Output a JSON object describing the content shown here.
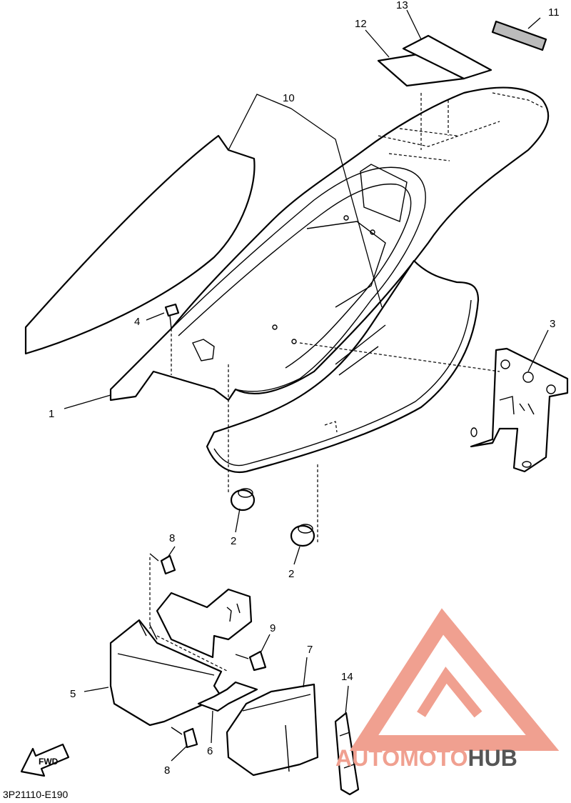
{
  "callouts": [
    "1",
    "2",
    "2",
    "3",
    "4",
    "5",
    "6",
    "7",
    "8",
    "8",
    "9",
    "10",
    "11",
    "12",
    "13",
    "14"
  ],
  "diagram_code": "3P21110-E190",
  "fwd_label": "FWD",
  "watermark": {
    "part1": "AUTO",
    "part2": "MOTO",
    "part3": "HUB"
  },
  "colors": {
    "line": "#000000",
    "watermark_red": "#f0a090",
    "watermark_gray": "#555555"
  }
}
